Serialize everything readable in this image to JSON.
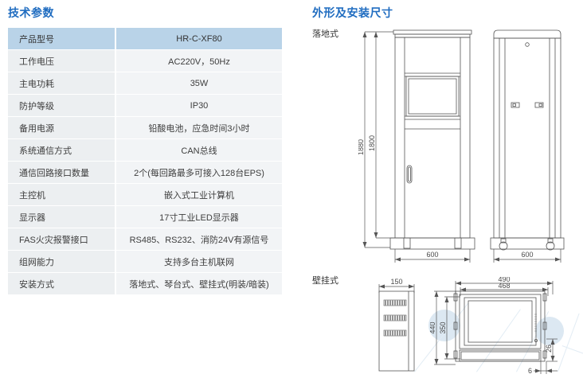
{
  "specs": {
    "title": "技术参数",
    "rows": [
      {
        "label": "产品型号",
        "value": "HR-C-XF80"
      },
      {
        "label": "工作电压",
        "value": "AC220V，50Hz"
      },
      {
        "label": "主电功耗",
        "value": "35W"
      },
      {
        "label": "防护等级",
        "value": "IP30"
      },
      {
        "label": "备用电源",
        "value": "铅酸电池，应急时间3小时"
      },
      {
        "label": "系统通信方式",
        "value": "CAN总线"
      },
      {
        "label": "通信回路接口数量",
        "value": "2个(每回路最多可接入128台EPS)"
      },
      {
        "label": "主控机",
        "value": "嵌入式工业计算机"
      },
      {
        "label": "显示器",
        "value": "17寸工业LED显示器"
      },
      {
        "label": "FAS火灾报警接口",
        "value": "RS485、RS232、消防24V有源信号"
      },
      {
        "label": "组网能力",
        "value": "支持多台主机联网"
      },
      {
        "label": "安装方式",
        "value": "落地式、琴台式、壁挂式(明装/暗装)"
      }
    ]
  },
  "drawings": {
    "title": "外形及安装尺寸",
    "floor": {
      "label": "落地式",
      "front": {
        "height_outer": "1880",
        "height_inner": "1800",
        "width": "600"
      },
      "side": {
        "width": "600"
      }
    },
    "wall": {
      "label": "壁挂式",
      "side": {
        "depth": "150"
      },
      "front": {
        "width_outer": "490",
        "width_inner": "468",
        "height_outer": "440",
        "height_inner": "350",
        "detail_a": "26",
        "detail_b": "6"
      }
    }
  },
  "colors": {
    "title_blue": "#1f6cc0",
    "header_row": "#b9d3e8",
    "row_bg": "#f2f4f6",
    "label_bg": "#eceff1",
    "line": "#555555",
    "watermark": "#dce8f2"
  }
}
